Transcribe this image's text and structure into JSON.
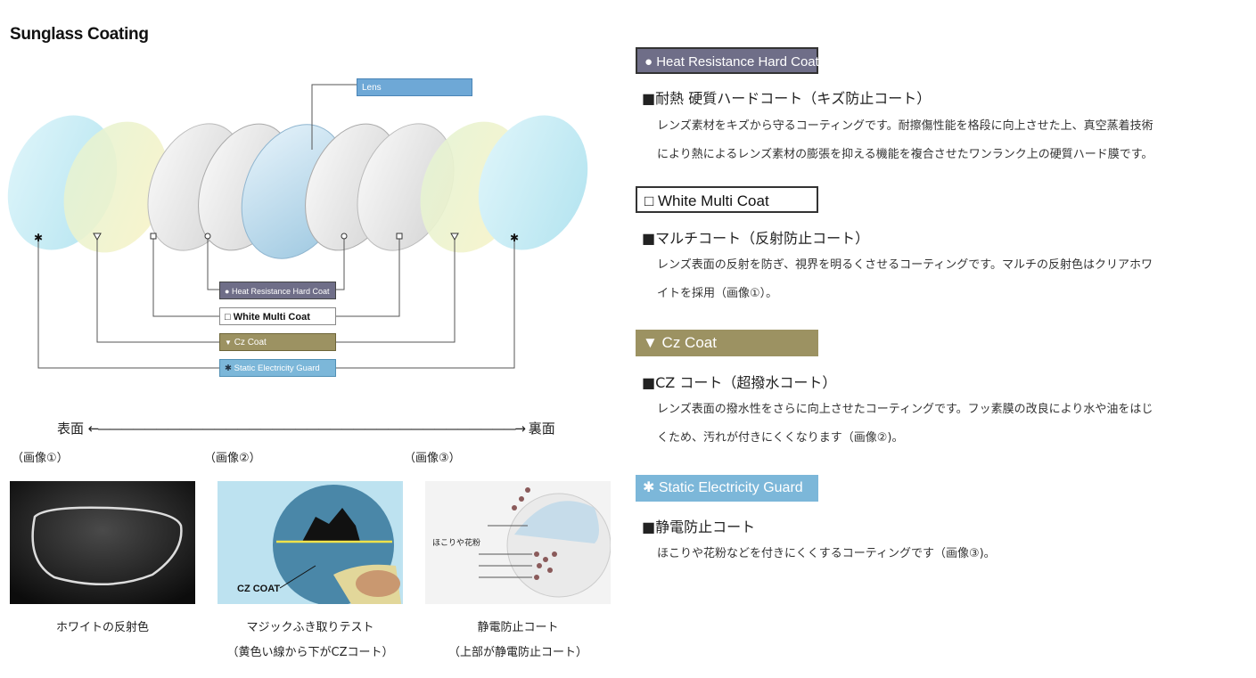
{
  "title": "Sunglass Coating",
  "diagram": {
    "lens_label": "Lens",
    "heat_label": "Heat Resistance Hard Coat",
    "white_label": "White Multi Coat",
    "cz_label": "Cz Coat",
    "static_label": "Static Electricity Guard",
    "symbol_circle": "●",
    "symbol_square": "□",
    "symbol_triangle": "▼",
    "symbol_asterisk": "✱"
  },
  "surface_row": {
    "front": "表面",
    "arrow": "←————————————————————————————————————→",
    "back": "裏面"
  },
  "images": [
    {
      "ref": "（画像①）",
      "caption1": "ホワイトの反射色",
      "caption2": ""
    },
    {
      "ref": "（画像②）",
      "caption1": "マジックふき取りテスト",
      "caption2": "（黄色い線から下がCZコート）",
      "overlay": "CZ COAT"
    },
    {
      "ref": "（画像③）",
      "caption1": "静電防止コート",
      "caption2": "（上部が静電防止コート）",
      "overlay": "ほこりや花粉"
    }
  ],
  "sections": [
    {
      "tag": "● Heat Resistance Hard Coat",
      "heading": "■耐熱 硬質ハードコート（キズ防止コート）",
      "lines": [
        "レンズ素材をキズから守るコーティングです。耐擦傷性能を格段に向上させた上、真空蒸着技術",
        "により熱によるレンズ素材の膨張を抑える機能を複合させたワンランク上の硬質ハード膜です。"
      ]
    },
    {
      "tag": "□ White Multi Coat",
      "heading": "■マルチコート（反射防止コート）",
      "lines": [
        "レンズ表面の反射を防ぎ、視界を明るくさせるコーティングです。マルチの反射色はクリアホワ",
        "イトを採用（画像①）。"
      ]
    },
    {
      "tag": "▼ Cz Coat",
      "heading": "■CZ コート（超撥水コート）",
      "lines": [
        "レンズ表面の撥水性をさらに向上させたコーティングです。フッ素膜の改良により水や油をはじ",
        "くため、汚れが付きにくくなります（画像②)。"
      ]
    },
    {
      "tag": "✱ Static Electricity Guard",
      "heading": "■静電防止コート",
      "lines": [
        "ほこりや花粉などを付きにくくするコーティングです（画像③)。"
      ]
    }
  ],
  "colors": {
    "heat": "#6f6e88",
    "cz": "#9c9262",
    "static": "#7cb7d9",
    "lens": "#6ea8d6"
  }
}
